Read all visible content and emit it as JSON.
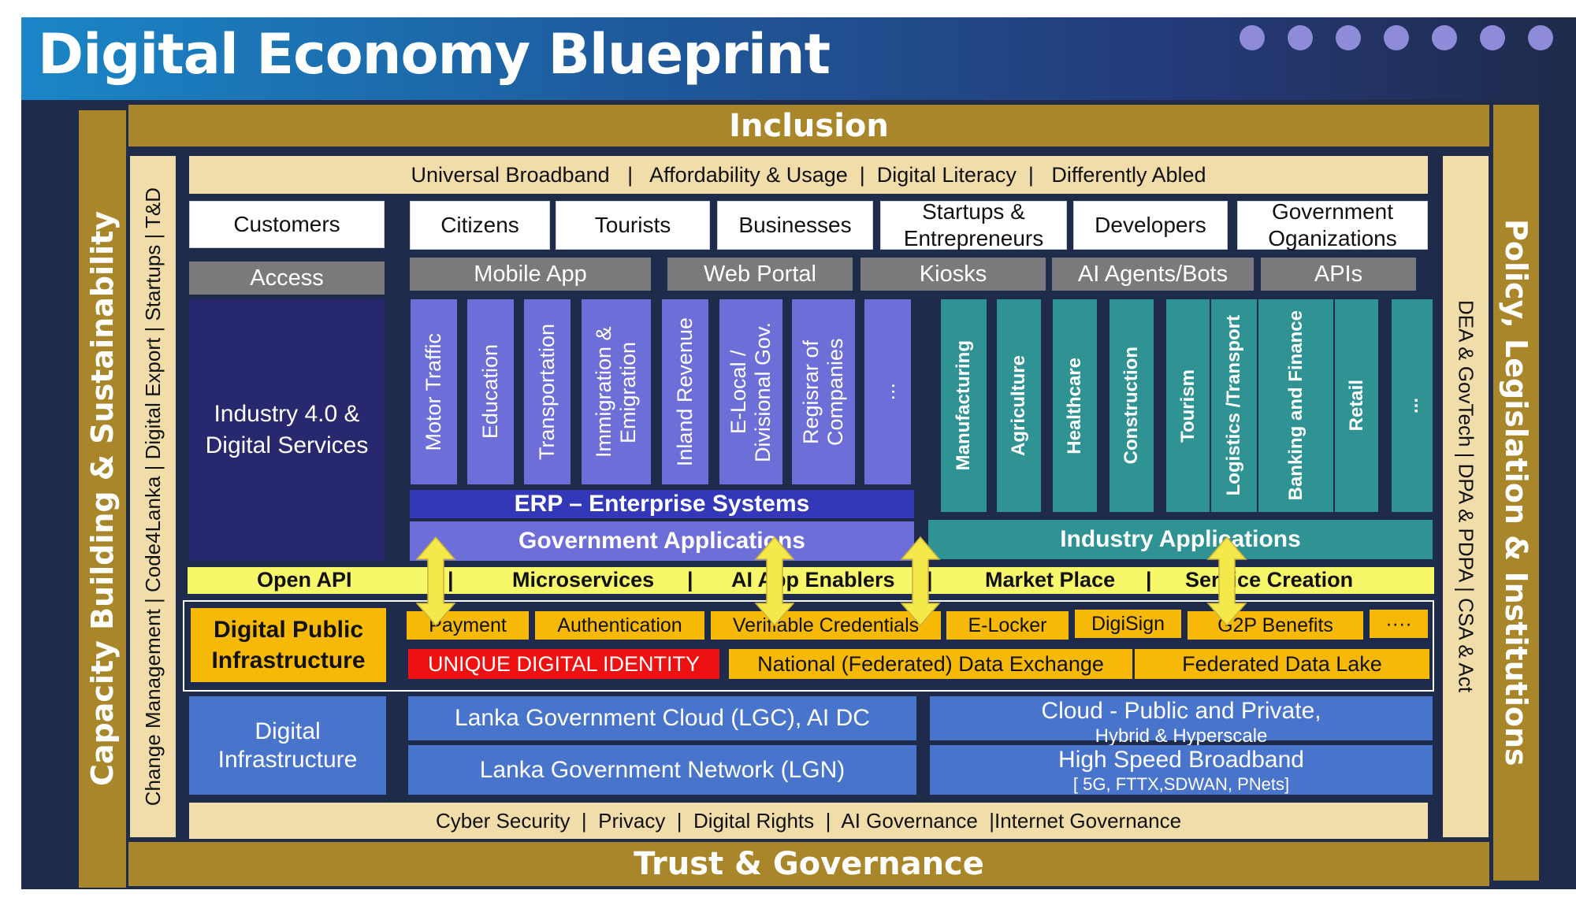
{
  "title": "Digital Economy Blueprint",
  "pager_dots": 7,
  "inclusion": "Inclusion",
  "trust": "Trust & Governance",
  "left_pillar": "Capacity Building  & Sustainability",
  "right_pillar": "Policy, Legislation & Institutions",
  "left_inner": "Change Management  |   Code4Lanka  |  Digital Export  |  Startups  |  T&D",
  "right_inner": "DEA & GovTech  |   DPA & PDPA  |   CSA  & Act",
  "inclusion_bar": "Universal Broadband   |   Affordability & Usage  |  Digital Literacy  |   Differently Abled",
  "customers": {
    "label": "Customers",
    "items": [
      "Citizens",
      "Tourists",
      "Businesses",
      "Startups & Entrepreneurs",
      "Developers",
      "Government Oganizations"
    ]
  },
  "access": {
    "label": "Access",
    "items": [
      "Mobile App",
      "Web Portal",
      "Kiosks",
      "AI Agents/Bots",
      "APIs"
    ]
  },
  "industry_services": "Industry 4.0 & Digital Services",
  "gov_columns": [
    "Motor Traffic",
    "Education",
    "Transportation",
    "Immigration & Emigration",
    "Inland Revenue",
    "E-Local / Divisional Gov.",
    "Regisrar of Companies",
    "..."
  ],
  "industry_columns": [
    "Manufacturing",
    "Agriculture",
    "Healthcare",
    "Construction",
    "Tourism",
    "Logistics /Transport",
    "Banking and Finance",
    "Retail",
    "..."
  ],
  "erp": "ERP – Enterprise Systems",
  "gov_apps": "Government Applications",
  "industry_apps": "Industry  Applications",
  "enablers": [
    "Open API",
    "Microservices",
    "AI App Enablers",
    "Market Place",
    "Service Creation"
  ],
  "separator": "|",
  "dpi": {
    "label": "Digital Public Infrastructure",
    "services": [
      "Payment",
      "Authentication",
      "Verifiable Credentials",
      "E-Locker",
      "DigiSign",
      "G2P  Benefits",
      "····"
    ],
    "identity": "UNIQUE DIGITAL IDENTITY",
    "data_exchange": "National (Federated) Data Exchange",
    "data_lake": "Federated Data Lake"
  },
  "digital_infra": {
    "label": "Digital Infrastructure",
    "lgc": "Lanka Government Cloud (LGC), AI DC",
    "lgn": "Lanka Government Network (LGN)",
    "cloud": "Cloud - Public and Private,",
    "cloud_sub": "Hybrid & Hyperscale",
    "broadband": "High Speed Broadband",
    "broadband_sub": "[ 5G, FTTX,SDWAN, PNets]"
  },
  "governance_bar": "Cyber Security  |  Privacy  |  Digital Rights  |  AI Governance  |Internet Governance",
  "colors": {
    "frame": "#1f2b4b",
    "gold": "#a9862a",
    "tan": "#f1ddaa",
    "gov_purple": "#6d6ed8",
    "industry_teal": "#2f9393",
    "erp_blue": "#3338b8",
    "enabler_yellow": "#f7f76a",
    "dpi_orange": "#f7b908",
    "identity_red": "#ee1111",
    "infra_blue": "#4874cc",
    "arrow_yellow": "#f5e84a"
  }
}
